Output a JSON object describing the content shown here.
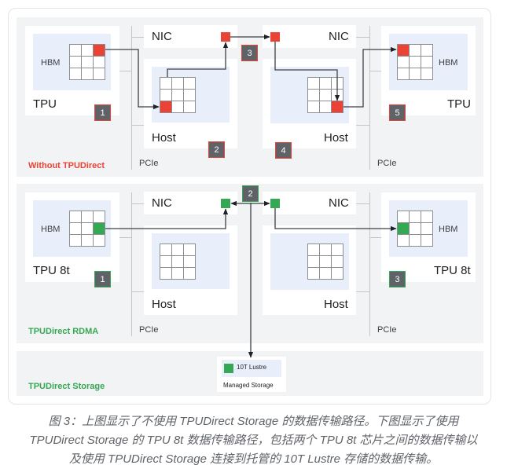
{
  "colors": {
    "red": "#ea4335",
    "green": "#34a853",
    "badge_bg": "#5f6368",
    "section_bg": "#f1f3f4",
    "memory_bg": "#e8effb"
  },
  "sections": [
    {
      "label": "Without TPUDirect",
      "label_color": "#ea4335",
      "left_device": {
        "name": "TPU",
        "memory": "HBM",
        "highlight_cell": "top-right",
        "badge": "1"
      },
      "left_nic": {
        "name": "NIC"
      },
      "left_host": {
        "name": "Host",
        "highlight_cell": "bottom-left",
        "badge": "2"
      },
      "network_badge": "3",
      "right_nic": {
        "name": "NIC"
      },
      "right_host": {
        "name": "Host",
        "highlight_cell": "bottom-right",
        "badge": "4"
      },
      "right_device": {
        "name": "TPU",
        "memory": "HBM",
        "highlight_cell": "top-left",
        "badge": "5"
      },
      "bus_left": "PCIe",
      "bus_right": "PCIe"
    },
    {
      "label": "TPUDirect RDMA",
      "label_color": "#34a853",
      "left_device": {
        "name": "TPU 8t",
        "memory": "HBM",
        "highlight_cell": "middle-right",
        "badge": "1"
      },
      "left_nic": {
        "name": "NIC"
      },
      "left_host": {
        "name": "Host"
      },
      "network_badge": "2",
      "right_nic": {
        "name": "NIC"
      },
      "right_host": {
        "name": "Host"
      },
      "right_device": {
        "name": "TPU 8t",
        "memory": "HBM",
        "highlight_cell": "middle-left",
        "badge": "3"
      },
      "bus_left": "PCIe",
      "bus_right": "PCIe"
    },
    {
      "label": "TPUDirect Storage",
      "label_color": "#34a853",
      "storage": {
        "item": "10T Lustre",
        "caption": "Managed Storage"
      }
    }
  ],
  "caption": {
    "lines": [
      "图 3：上图显示了不使用 TPUDirect Storage 的数据传输路径。下图显示了使用",
      "TPUDirect Storage 的 TPU 8t 数据传输路径，包括两个 TPU 8t 芯片之间的数据传输以",
      "及使用 TPUDirect Storage 连接到托管的 10T Lustre 存储的数据传输。"
    ]
  }
}
